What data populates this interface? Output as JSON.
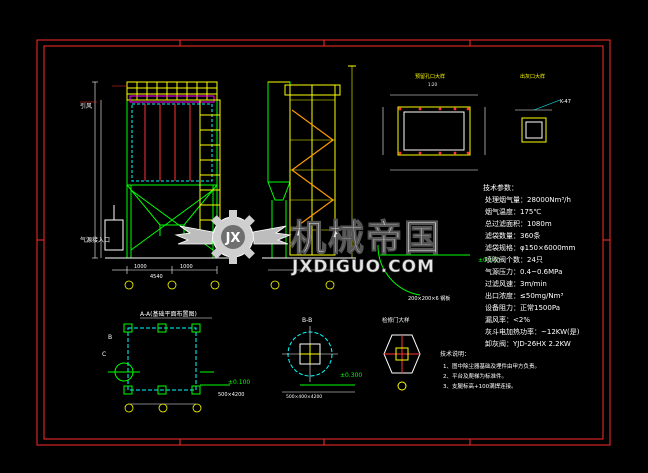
{
  "drawing": {
    "background": "#000000",
    "frame_color": "#ff2a2a",
    "line_colors": {
      "green": "#00ff00",
      "yellow": "#ffff00",
      "cyan": "#00ffff",
      "white": "#ffffff",
      "magenta": "#ff00ff",
      "red": "#ff3333"
    },
    "labels": {
      "section_aa": "A-A(基础平面布置图)",
      "detail_2": "预留孔口大样",
      "detail_3": "出灰口大样",
      "detail_4": "B-B",
      "detail_5": "检修门大样",
      "elev_0100": "±0.100",
      "elev_0300": "±0.300",
      "elev_0100b": "±0.100",
      "k47": "K-47",
      "left_label": "引风",
      "left_label2": "气源接入口",
      "label_b": "B",
      "label_c": "C"
    },
    "tech_params": {
      "title": "技术参数：",
      "lines": [
        "处理烟气量：28000Nm³/h",
        "烟气温度：175℃",
        "总过滤面积：1080m",
        "滤袋数量：360条",
        "滤袋规格：φ150×6000mm",
        "喷吹阀个数：24只",
        "气源压力：0.4~0.6MPa",
        "过滤风速：3m/min",
        "出口浓度：≤50mg/Nm³",
        "设备阻力：正常1500Pa",
        "漏风率：<2%",
        "灰斗电加热功率：~12KW(是)",
        "卸灰阀：YJD-26HX 2.2KW"
      ]
    },
    "tech_notes": {
      "title": "技术说明：",
      "lines": [
        "1、图中除尘器基础及埋件由甲方负责。",
        "2、平台及爬梯为标准件。",
        "3、支腿标高+100满焊连接。"
      ]
    }
  },
  "watermark": {
    "brand": "机械帝国",
    "url": "JXDIGUO.COM",
    "logo_letters": "JX"
  }
}
